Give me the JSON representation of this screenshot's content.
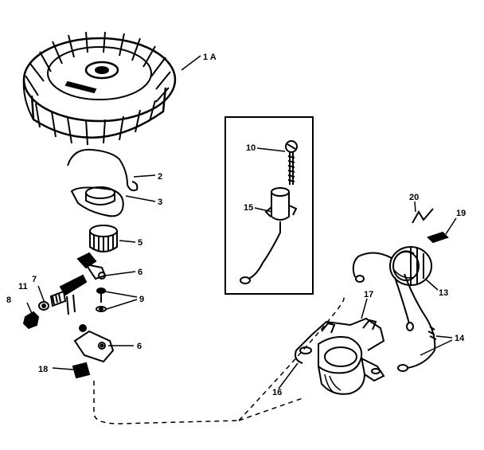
{
  "diagram": {
    "callouts": {
      "flywheel": "1 A",
      "wire_spring": "2",
      "flywheel_key": "3",
      "cam_upper": "5",
      "breaker_arm": "6",
      "contact_arm_screw": "7",
      "nut": "8",
      "lock_washer": "11",
      "screws": "9",
      "breaker_plate": "6",
      "clip_18": "18",
      "screw_10": "10",
      "condenser": "15",
      "bracket_17": "17",
      "armature_16": "16",
      "coil": "13",
      "leads": "14",
      "spring_20": "20",
      "clip_19": "19"
    }
  }
}
